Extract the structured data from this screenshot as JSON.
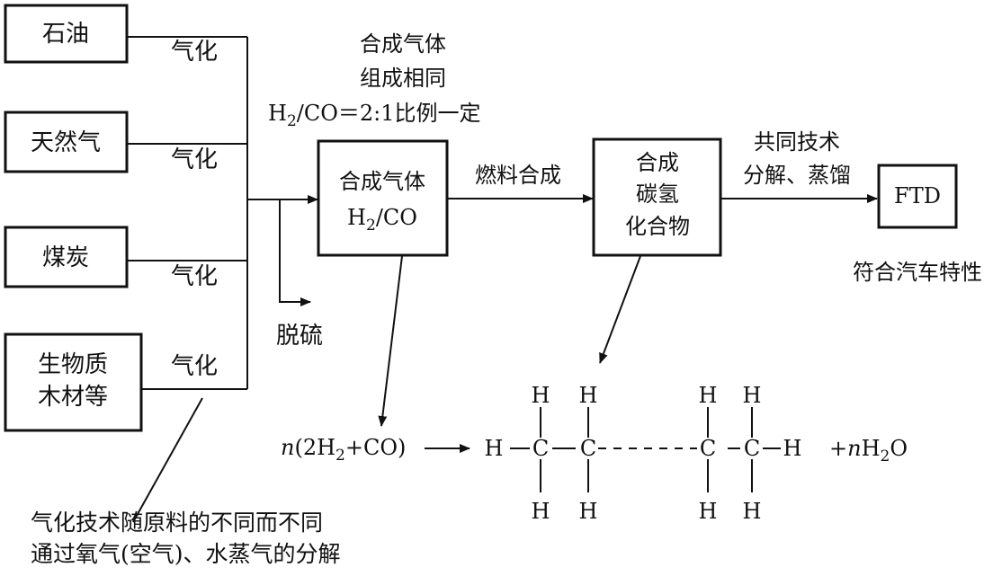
{
  "sources": [
    {
      "name": "石油",
      "process": "气化"
    },
    {
      "name": "天然气",
      "process": "气化"
    },
    {
      "name": "煤炭",
      "process": "气化"
    },
    {
      "name": "生物质",
      "name2": "木材等",
      "process": "气化"
    }
  ],
  "desulfurization": "脱硫",
  "syngas_note": {
    "line1": "合成气体",
    "line2": "组成相同",
    "line3_pre": "H",
    "line3_sub": "2",
    "line3_post": "/CO＝2:1比例一定"
  },
  "syngas_box": {
    "line1": "合成气体",
    "line2_pre": "H",
    "line2_sub": "2",
    "line2_post": "/CO"
  },
  "fuel_synthesis_label": "燃料合成",
  "hydrocarbon_box": {
    "line1": "合成",
    "line2": "碳氢",
    "line3": "化合物"
  },
  "processing_label": {
    "line1": "共同技术",
    "line2": "分解、蒸馏"
  },
  "ftd_box": "FTD",
  "ftd_note": "符合汽车特性",
  "gasification_note": {
    "line1": "气化技术随原料的不同而不同",
    "line2": "通过氧气(空气)、水蒸气的分解"
  },
  "reaction": {
    "reactant_n": "n",
    "reactant_pre": "(2H",
    "reactant_sub": "2",
    "reactant_post": "+CO)",
    "product_pre": "+",
    "product_n": "n",
    "product_h": "H",
    "product_sub": "2",
    "product_o": "O"
  },
  "structure": {
    "h": "H",
    "c": "C"
  }
}
